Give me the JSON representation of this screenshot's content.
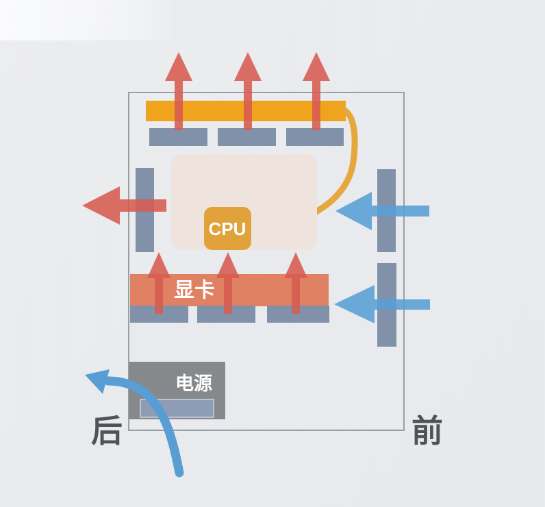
{
  "diagram": {
    "labels": {
      "cpu": "CPU",
      "gpu": "显卡",
      "psu": "电源",
      "rear": "后",
      "front": "前"
    },
    "colors": {
      "background": "#E9EBED",
      "case_border": "#9A9FA4",
      "hot_red": "#D65B51",
      "cool_blue": "#589ED4",
      "radiator_orange": "#F0A41E",
      "cpu_orange": "#E2A23B",
      "pipe_orange": "#E6A73B",
      "gpu_salmon": "#DF8162",
      "fan_gray": "#8191A9",
      "psu_gray": "#85898C",
      "psu_fan_blue": "#8E9CB6",
      "psu_fan_border": "#B9C2CF",
      "motherboard_beige": "#EEE3DD",
      "label_gray": "#4F5357",
      "text_white": "#FFFFFF"
    }
  }
}
